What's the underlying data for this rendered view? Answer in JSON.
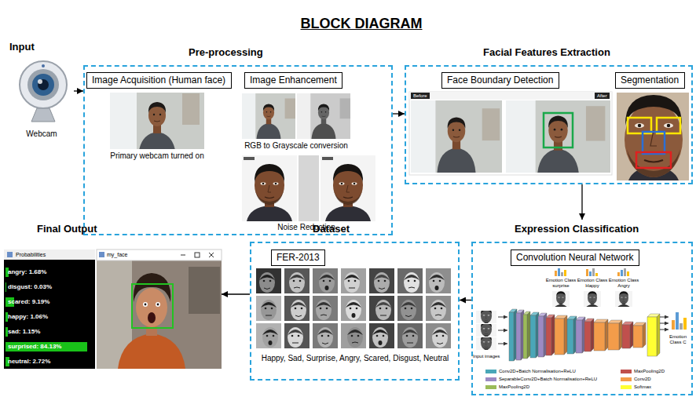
{
  "diagram": {
    "title": "BLOCK DIAGRAM",
    "nodes": [
      {
        "text": [
          "Input",
          "Webcam"
        ]
      },
      {
        "text": [
          "Pre-processing"
        ]
      },
      {
        "text": [
          "Image Acquisition (Human face)"
        ],
        "in": 1
      },
      {
        "text": [
          "Image Enhancement"
        ],
        "in": 1
      },
      {
        "text": [
          "Facial Features Extraction"
        ]
      },
      {
        "text": [
          "Face Boundary Detection"
        ],
        "in": 4
      },
      {
        "text": [
          "Segmentation"
        ],
        "in": 4
      },
      {
        "text": [
          "Final Output"
        ]
      },
      {
        "text": [
          "Dataset"
        ]
      },
      {
        "text": [
          "FER-2013"
        ],
        "in": 8
      },
      {
        "text": [
          "Expression Classification"
        ]
      },
      {
        "text": [
          "Convolution Neural Network"
        ],
        "in": 10
      }
    ],
    "edges": [
      {
        "from": 0,
        "to": 1,
        "arrow": "to"
      },
      {
        "from": 1,
        "to": 4,
        "arrow": "to"
      },
      {
        "from": 4,
        "to": 10,
        "arrow": "to"
      },
      {
        "from": 10,
        "to": 8,
        "arrow": "to"
      },
      {
        "from": 8,
        "to": 7,
        "arrow": "to"
      }
    ],
    "labels": [
      "Primary webcam turned on",
      "RGB to Grayscale conversion",
      "Noise Reduction",
      "Before",
      "After",
      "Happy, Sad, Surprise, Angry, Scared, Disgust, Neutral",
      "Emotion Class surprise",
      "Emotion Class Happy",
      "Emotion Class Angry",
      "Input images",
      "Emotion Class C",
      "Probabilities",
      "angry: 1.68%",
      "disgust: 0.03%",
      "scared: 9.19%",
      "happy: 1.06%",
      "sad: 1.15%",
      "surprised: 84.13%",
      "neutral: 2.72%",
      "my_face"
    ],
    "legend": [
      {
        "text": "Conv2D+Batch Normalisation+ReLU",
        "color": "#4aa7b8"
      },
      {
        "text": "MaxPooling2D",
        "color": "#c0504d"
      },
      {
        "text": "SeparableConv2D+Batch Normalisation+ReLU",
        "color": "#9c8ac4"
      },
      {
        "text": "Conv2D",
        "color": "#f39c4a"
      },
      {
        "text": "MaxPooling2D",
        "color": "#9bbb59"
      },
      {
        "text": "Softmax",
        "color": "#ffff33"
      }
    ]
  }
}
